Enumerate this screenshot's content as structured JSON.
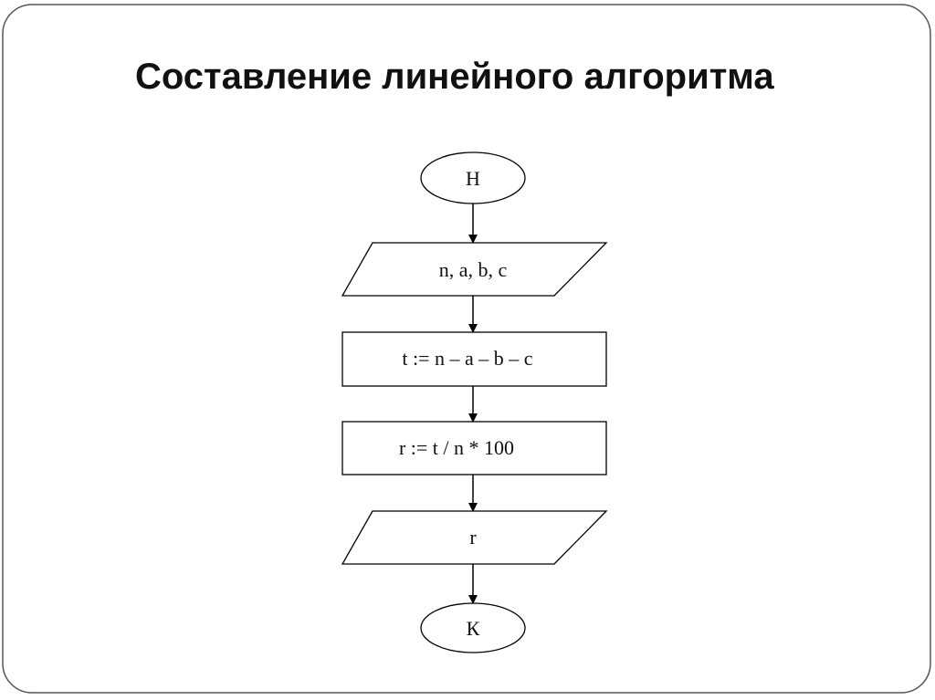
{
  "title": "Составление линейного алгоритма",
  "flowchart": {
    "start": "Н",
    "input": "n, a, b, c",
    "step1": "t := n – a – b – c",
    "step2": "r := t / n * 100",
    "output": "r",
    "end": "К"
  }
}
